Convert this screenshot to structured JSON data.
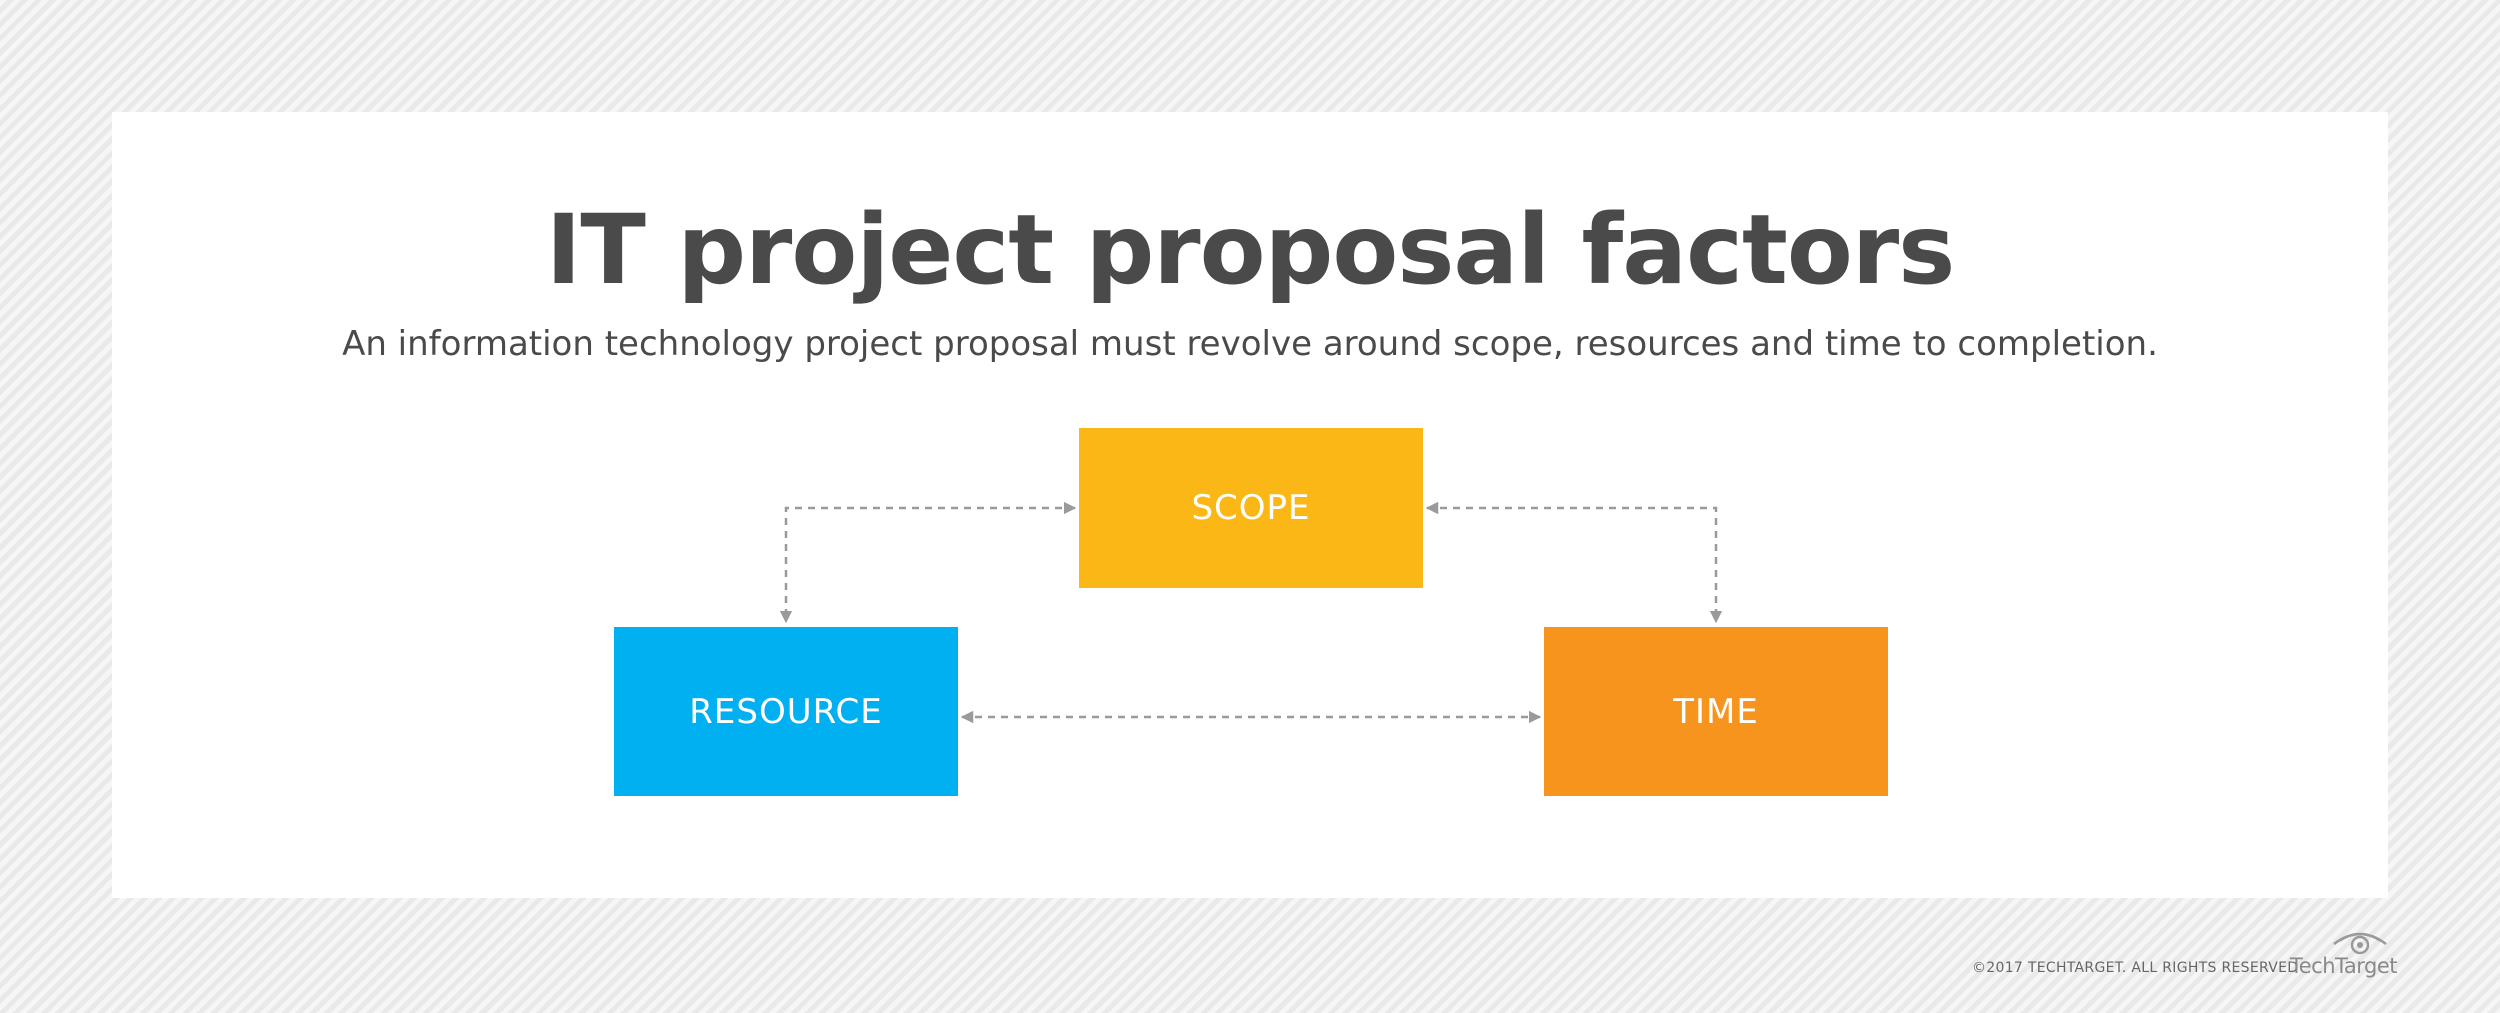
{
  "header": {
    "title": "IT project proposal factors",
    "subtitle": "An information technology project proposal must revolve around scope, resources and time to completion."
  },
  "nodes": {
    "scope": "SCOPE",
    "resource": "RESOURCE",
    "time": "TIME"
  },
  "connections": [
    {
      "from": "scope",
      "to": "resource",
      "style": "dashed",
      "direction": "both"
    },
    {
      "from": "scope",
      "to": "time",
      "style": "dashed",
      "direction": "both"
    },
    {
      "from": "resource",
      "to": "time",
      "style": "dashed",
      "direction": "both"
    }
  ],
  "colors": {
    "scope": "#fbb715",
    "resource": "#00b0f0",
    "time": "#f7941d",
    "title": "#4a4a4a",
    "connector": "#9a9a9a"
  },
  "footer": {
    "copyright": "©2017 TECHTARGET. ALL RIGHTS RESERVED",
    "brand": "TechTarget"
  },
  "icons": {
    "logo": "techtarget-eye-icon"
  }
}
